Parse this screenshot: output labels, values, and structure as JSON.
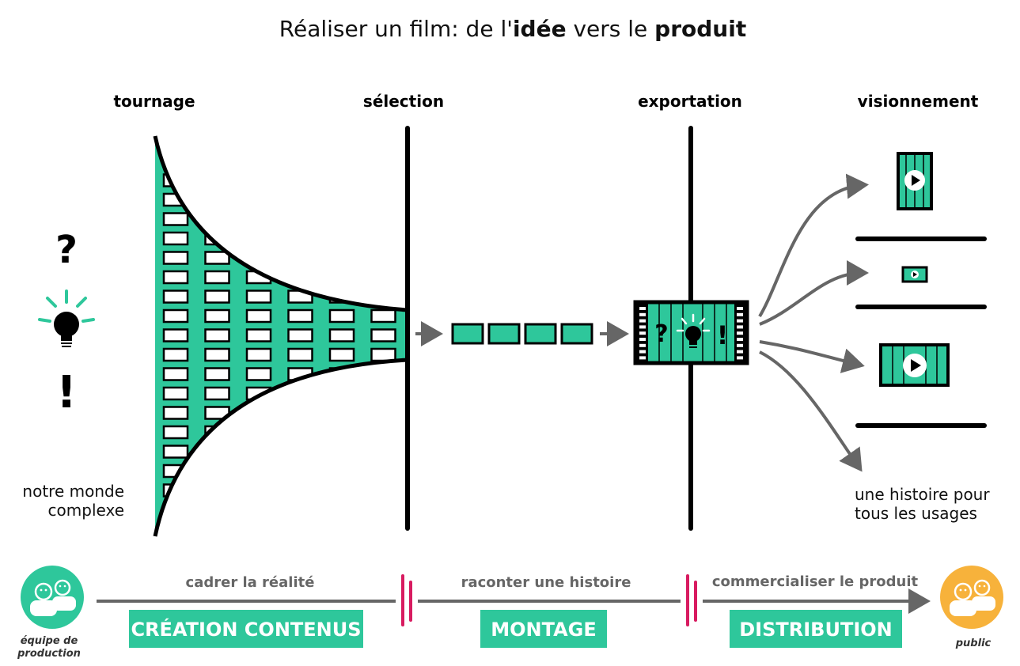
{
  "title": {
    "part1": "Réaliser un film: de l'",
    "bold1": "idée",
    "part2": " vers le ",
    "bold2": "produit"
  },
  "stages": {
    "tournage": "tournage",
    "selection": "sélection",
    "exportation": "exportation",
    "visionnement": "visionnement"
  },
  "left_symbols": {
    "question": "?",
    "exclamation": "!"
  },
  "frame_symbols": {
    "question": "?",
    "exclamation": "!"
  },
  "captions": {
    "notre_line1": "notre monde",
    "notre_line2": "complexe",
    "histoire_line1": "une histoire pour",
    "histoire_line2": "tous les usages"
  },
  "timeline": {
    "phase1_desc": "cadrer la réalité",
    "phase2_desc": "raconter une histoire",
    "phase3_desc": "commercialiser le produit",
    "phase1_label": "CRÉATION CONTENUS",
    "phase2_label": "MONTAGE",
    "phase3_label": "DISTRIBUTION",
    "left_actor_line1": "équipe de",
    "left_actor_line2": "production",
    "right_actor": "public"
  },
  "colors": {
    "teal": "#2ec79b",
    "orange": "#f7b23b",
    "magenta": "#d81b60",
    "gray": "#666666",
    "black": "#000000"
  }
}
